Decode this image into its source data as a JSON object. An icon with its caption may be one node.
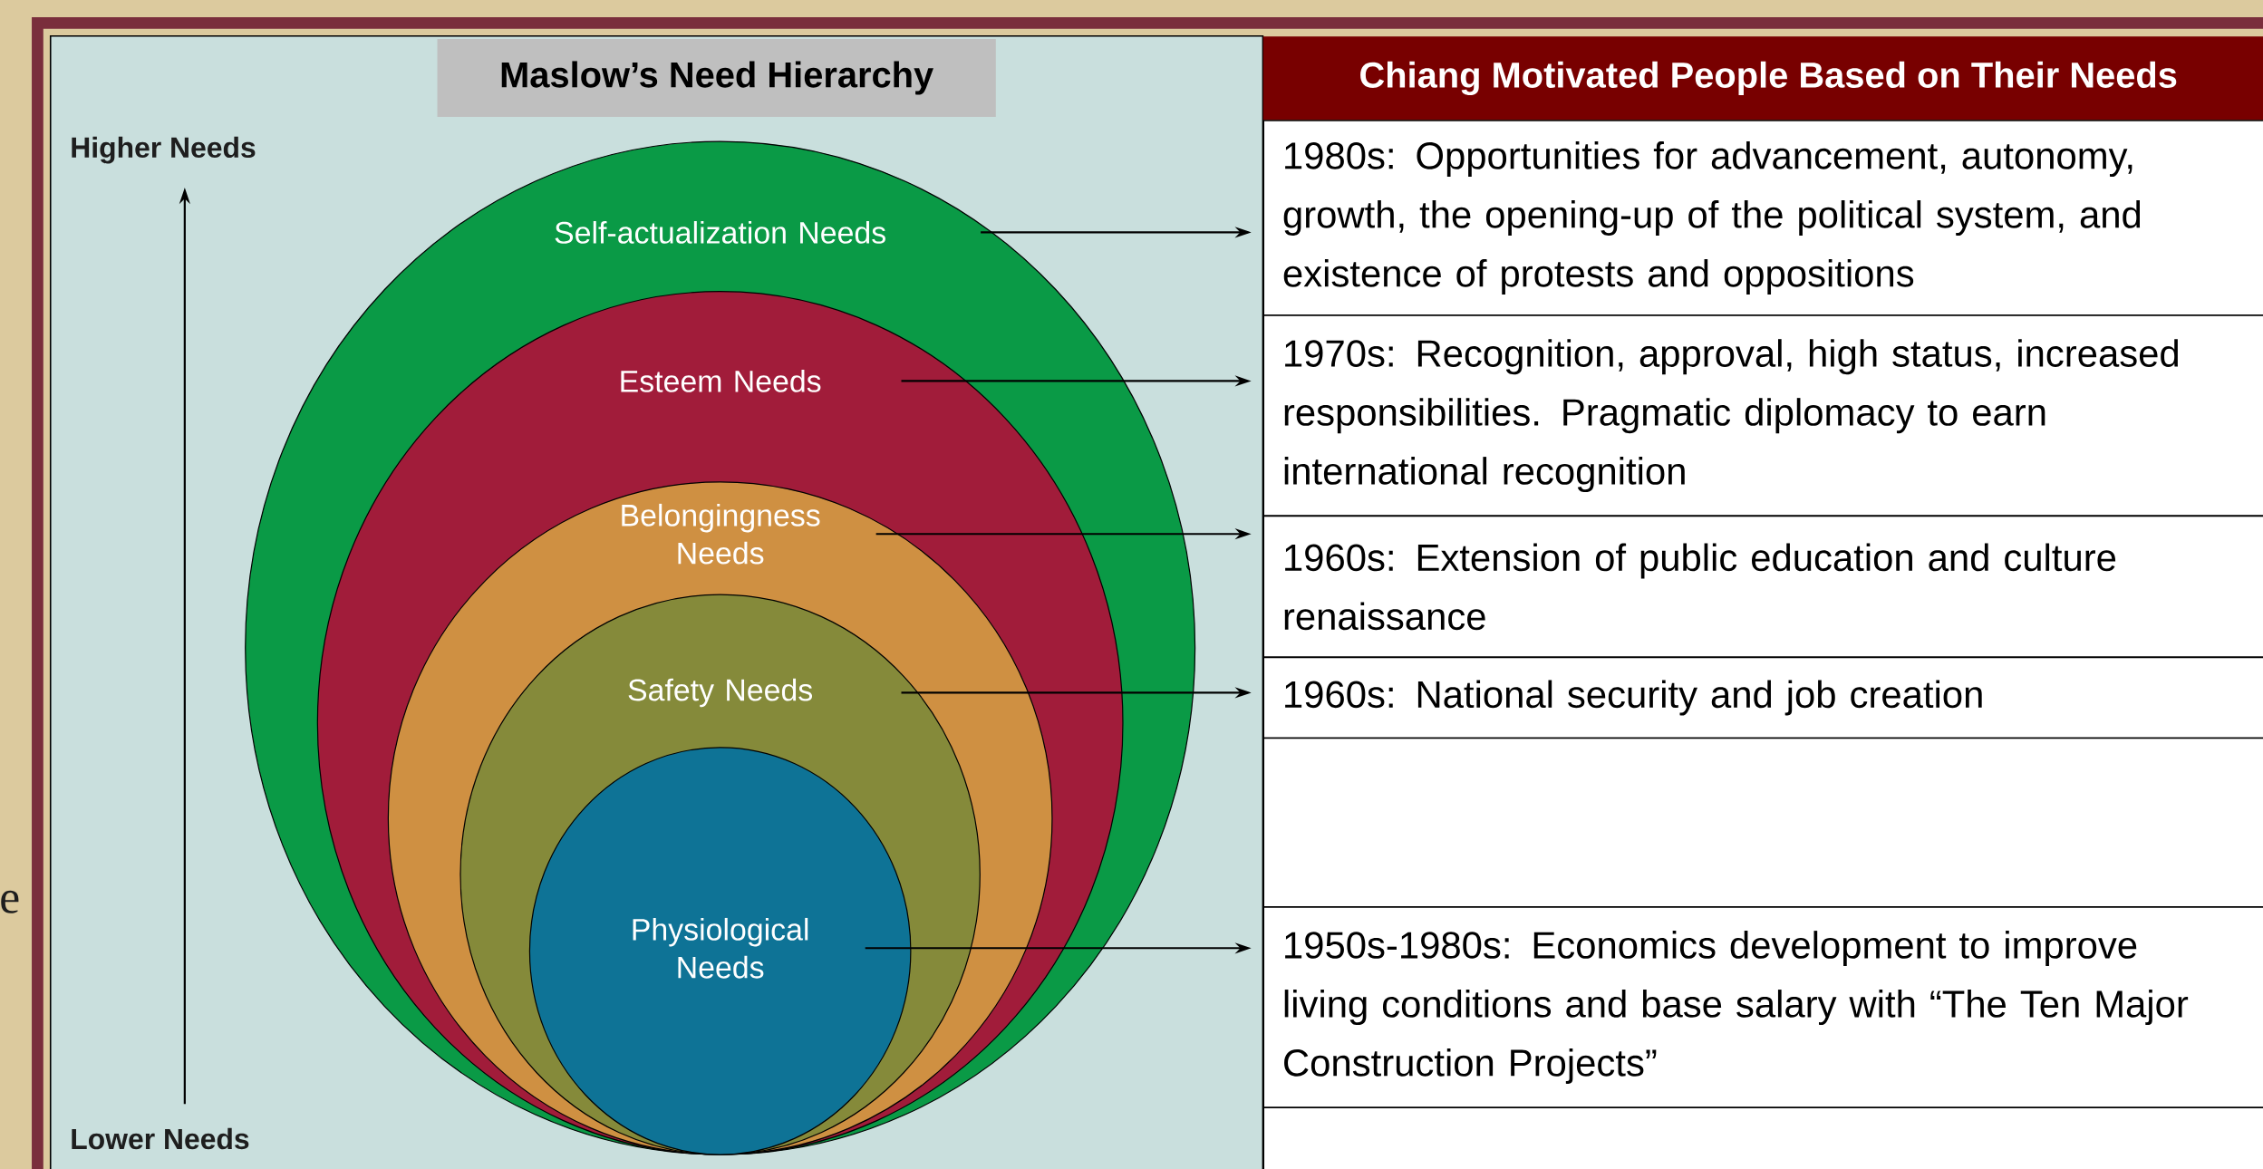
{
  "diagram": {
    "nodes": [
      {
        "text": [
          "Maslow’s Need Hierarchy"
        ]
      },
      {
        "text": [
          "Chiang Motivated People Based on Their Needs"
        ]
      },
      {
        "text": [
          "Self-actualization Needs"
        ]
      },
      {
        "text": [
          "1980s: Opportunities for advancement, autonomy, growth, the opening-up of the political system, and existence of protests and oppositions"
        ]
      },
      {
        "text": [
          "Esteem Needs"
        ],
        "in": 2
      },
      {
        "text": [
          "1970s: Recognition, approval, high status, increased responsibilities. Pragmatic diplomacy to earn international recognition"
        ]
      },
      {
        "text": [
          "Belongingness Needs"
        ],
        "in": 4
      },
      {
        "text": [
          "1960s: Extension of public education and culture renaissance"
        ]
      },
      {
        "text": [
          "Safety Needs"
        ],
        "in": 6
      },
      {
        "text": [
          "1960s: National security and job creation"
        ]
      },
      {
        "text": [],
        "shape": "box"
      },
      {
        "text": [
          "Physiological Needs"
        ],
        "in": 8
      },
      {
        "text": [
          "1950s-1980s: Economics development to improve living conditions and base salary with “The Ten Major Construction Projects”"
        ]
      },
      {
        "text": [],
        "shape": "box"
      }
    ],
    "edges": [
      {
        "from": 2,
        "to": 3,
        "arrow": "to"
      },
      {
        "from": 4,
        "to": 5,
        "arrow": "to"
      },
      {
        "from": 6,
        "to": 7,
        "arrow": "to"
      },
      {
        "from": 8,
        "to": 9,
        "arrow": "to"
      },
      {
        "from": 11,
        "to": 12,
        "arrow": "to"
      }
    ],
    "labels": [
      "Higher Needs",
      "Lower Needs",
      "e"
    ]
  }
}
